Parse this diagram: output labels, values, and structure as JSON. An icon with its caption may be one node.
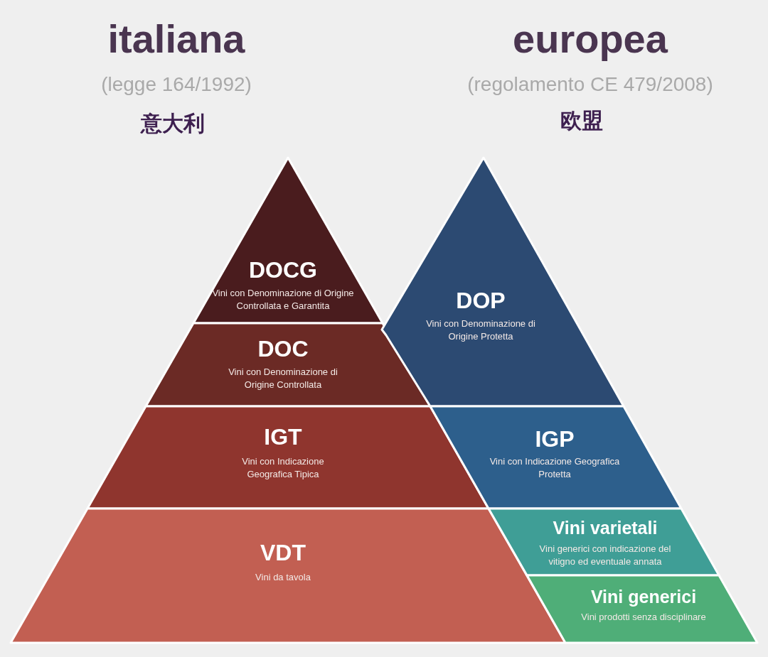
{
  "diagram": {
    "nodes": [
      {
        "text": [
          "DOCG",
          "Vini con Denominazione di Origine Controllata e Garantita"
        ]
      },
      {
        "text": [
          "DOC",
          "Vini con Denominazione di Origine Controllata"
        ]
      },
      {
        "text": [
          "IGT",
          "Vini con Indicazione Geografica Tipica"
        ]
      },
      {
        "text": [
          "VDT",
          "Vini da tavola"
        ]
      },
      {
        "text": [
          "DOP",
          "Vini con Denominazione di Origine Protetta"
        ]
      },
      {
        "text": [
          "IGP",
          "Vini con Indicazione Geografica Protetta"
        ]
      },
      {
        "text": [
          "Vini varietali",
          "Vini generici con indicazione del vitigno ed eventuale annata"
        ]
      },
      {
        "text": [
          "Vini generici",
          "Vini prodotti senza disciplinare"
        ]
      }
    ],
    "edges": [],
    "labels": [
      "italiana",
      "(legge 164/1992)",
      "意大利",
      "europea",
      "(regolamento CE 479/2008)",
      "欧盟"
    ]
  }
}
